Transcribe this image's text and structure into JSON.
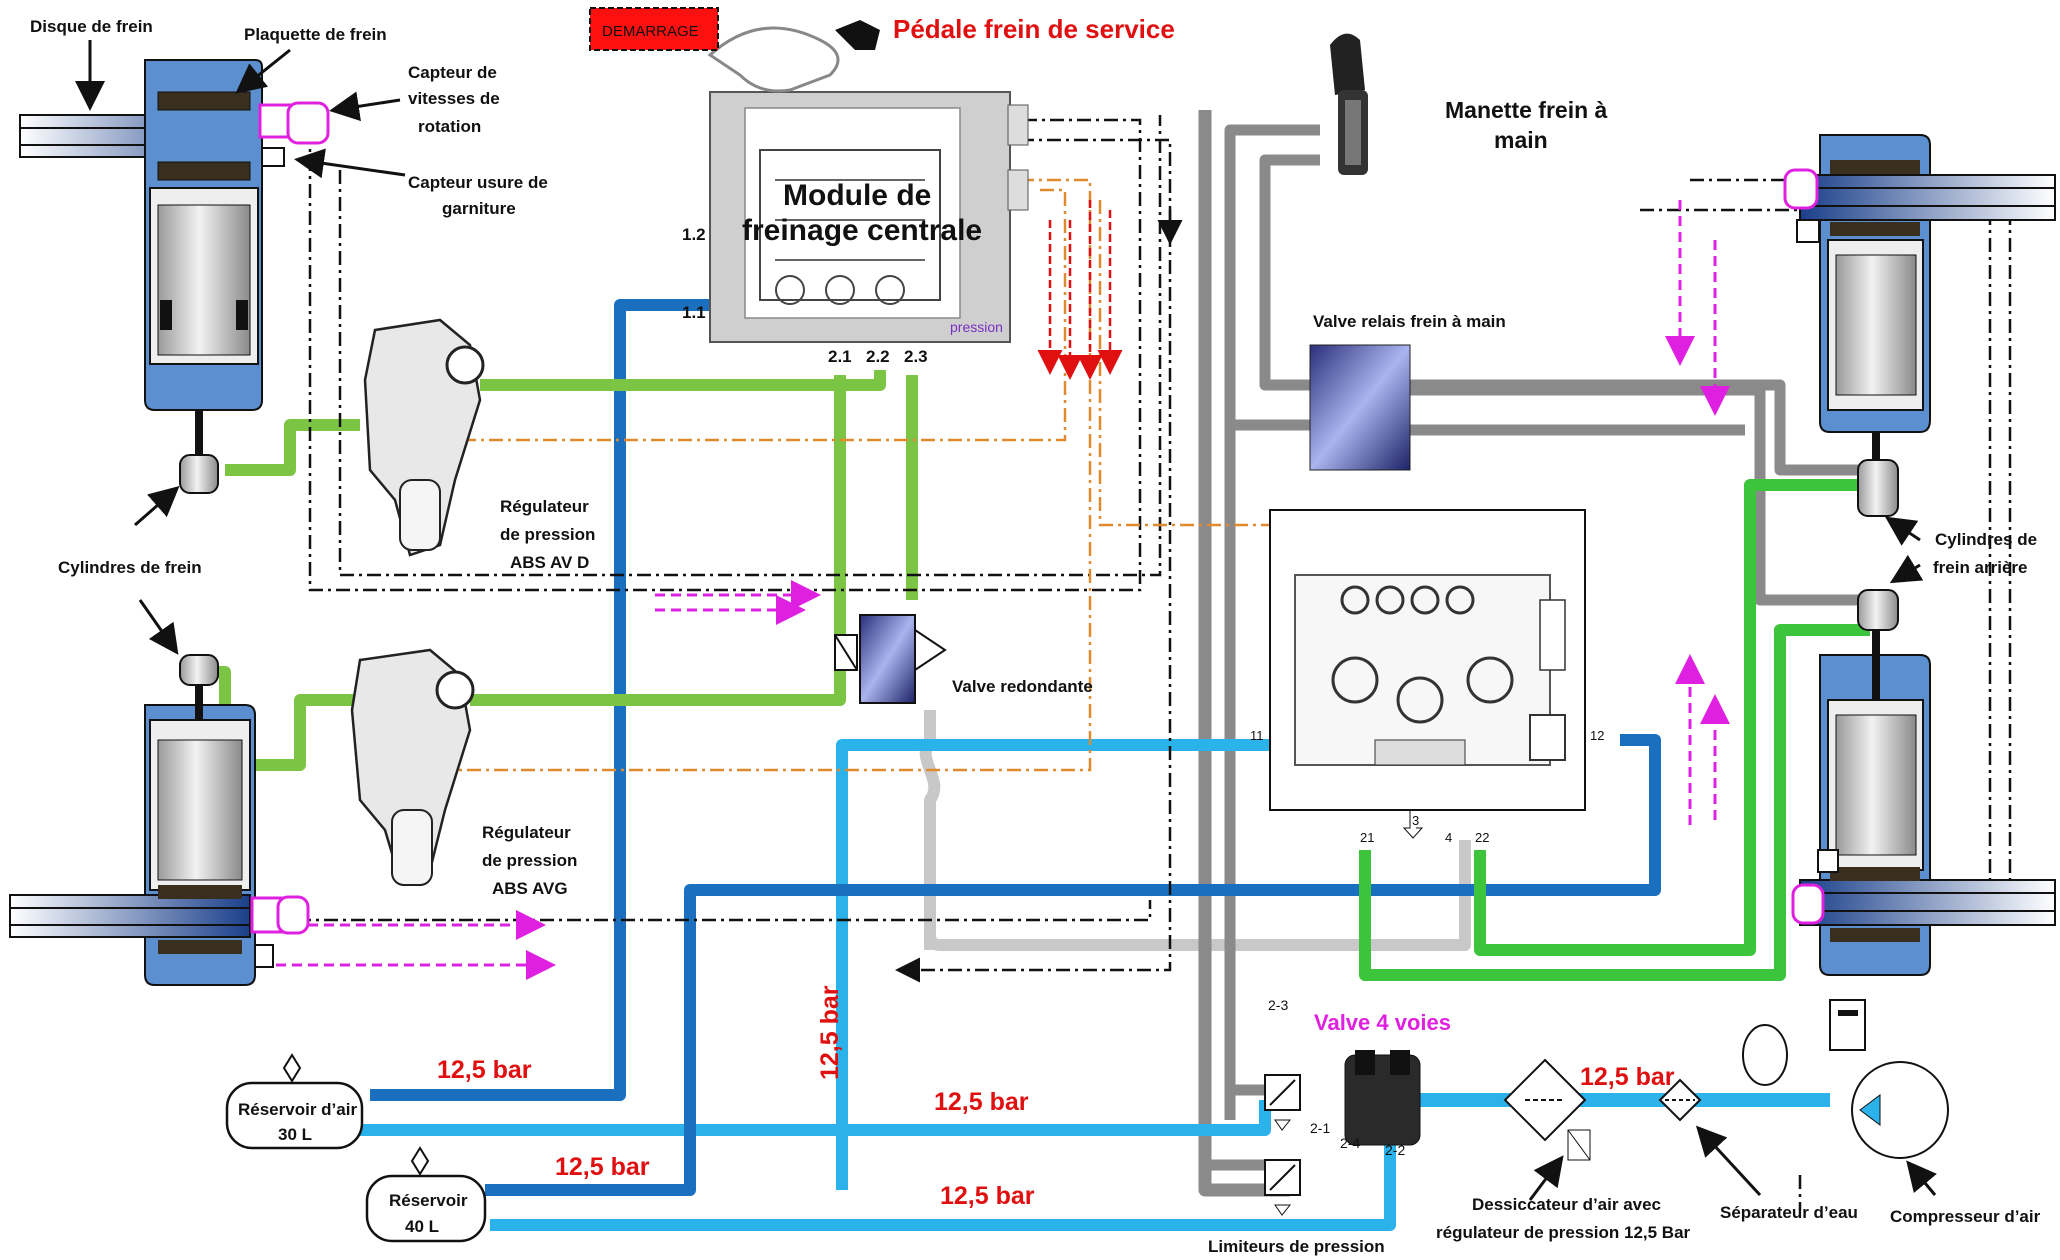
{
  "labels": {
    "disque_frein": "Disque de frein",
    "plaquette_frein": "Plaquette de frein",
    "capteur_vitesse_1": "Capteur de",
    "capteur_vitesse_2": "vitesses de",
    "capteur_vitesse_3": "rotation",
    "capteur_usure_1": "Capteur usure de",
    "capteur_usure_2": "garniture",
    "demarrage": "DEMARRAGE",
    "pedale": "Pédale frein de service",
    "module_1": "Module de",
    "module_2": "freinage centrale",
    "module_pression": "pression",
    "manette_1": "Manette frein à",
    "manette_2": "main",
    "valve_relais": "Valve relais frein à main",
    "reg_avd_1": "Régulateur",
    "reg_avd_2": "de pression",
    "reg_avd_3": "ABS AV D",
    "reg_avg_1": "Régulateur",
    "reg_avg_2": "de pression",
    "reg_avg_3": "ABS AVG",
    "cylindres_frein": "Cylindres de frein",
    "cylindres_arr_1": "Cylindres de",
    "cylindres_arr_2": "frein  arrière",
    "valve_redondante": "Valve redondante",
    "valve_4_voies": "Valve 4 voies",
    "limiteurs": "Limiteurs de pression",
    "reservoir_30_1": "Réservoir d’air",
    "reservoir_30_2": "30 L",
    "reservoir_40_1": "Réservoir",
    "reservoir_40_2": "40 L",
    "dessiccateur_1": "Dessiccateur d’air avec",
    "dessiccateur_2": "régulateur de pression  12,5 Bar",
    "separateur": "Séparateur d’eau",
    "compresseur": "Compresseur d’air"
  },
  "pressures": {
    "p1": "12,5 bar",
    "p2": "12,5 bar",
    "p3": "12,5 bar",
    "p4": "12,5 bar",
    "p5": "12,5 bar",
    "p6": "12,5 bar"
  },
  "ports": {
    "p12": "1.2",
    "p11": "1.1",
    "p21": "2.1",
    "p22": "2.2",
    "p23": "2.3",
    "r11": "11",
    "r12": "12",
    "r21": "21",
    "r3": "3",
    "r4": "4",
    "r22": "22",
    "v23": "2-3",
    "v21": "2-1",
    "v24": "2-4",
    "v22": "2-2"
  },
  "colors": {
    "dark_blue": "#1a6fbf",
    "light_blue": "#2bb2ea",
    "green": "#7cc443",
    "bright_green": "#3cc43c",
    "grey": "#8a8a8a",
    "light_grey": "#c8c8c8",
    "orange": "#e08a30",
    "red": "#e01010",
    "magenta": "#e020e0",
    "wheel_blue": "#5b8fcf"
  }
}
